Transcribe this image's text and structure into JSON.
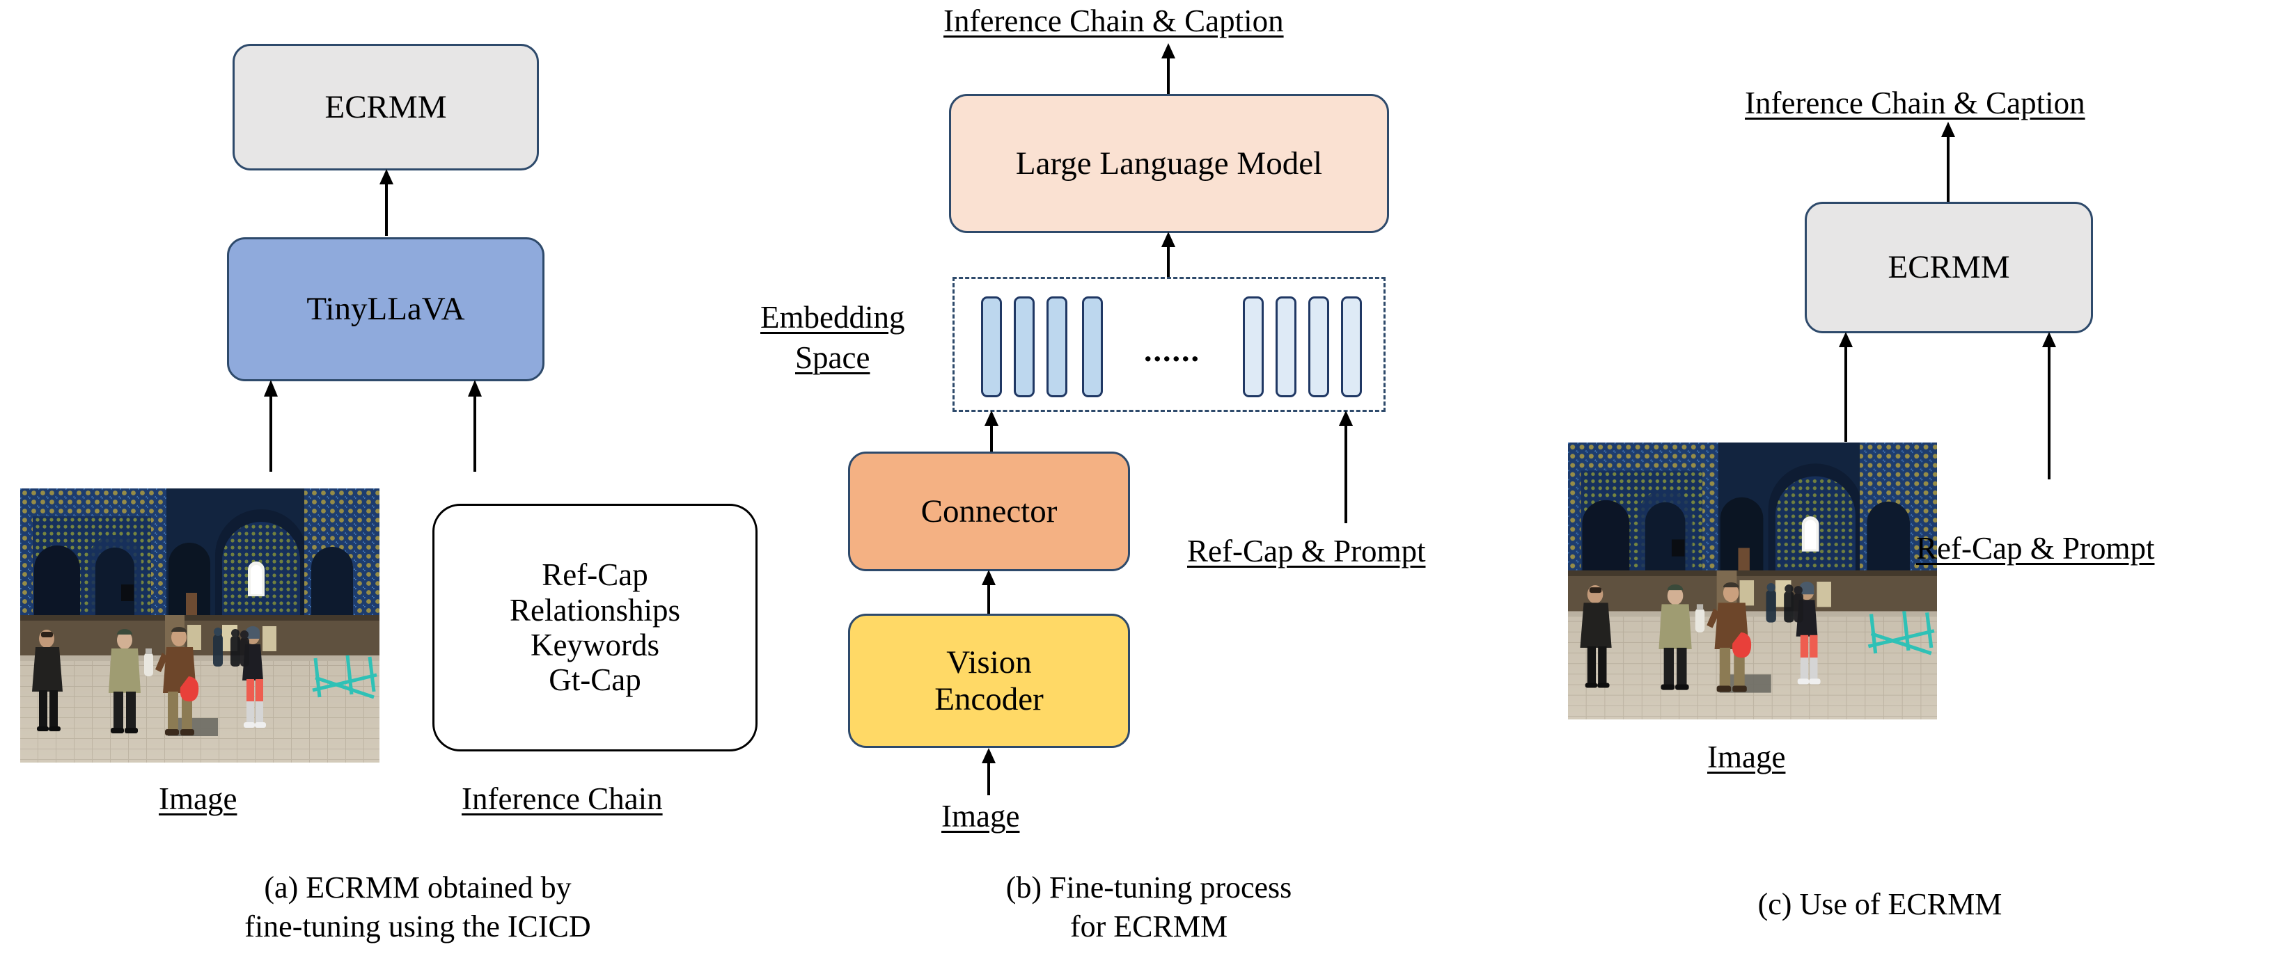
{
  "figure": {
    "type": "diagram",
    "background": "#FFFFFF",
    "colors": {
      "ecrmm_fill": "#E7E6E6",
      "tinyllava_fill": "#8FAADC",
      "llm_fill": "#FAE1D2",
      "connector_fill": "#F4B183",
      "vision_encoder_fill": "#FFD966",
      "embedding_bar_dark": "#BDD7EE",
      "embedding_bar_light": "#DEEAF6",
      "border": "#2E4A6B",
      "text": "#000000"
    }
  },
  "panel_a": {
    "caption_line1": "(a) ECRMM obtained by",
    "caption_line2": "fine-tuning using the ICICD",
    "ecrmm_box": {
      "label": "ECRMM"
    },
    "tinyllava_box": {
      "label": "TinyLLaVA"
    },
    "inference_chain_box": {
      "lines": [
        "Ref-Cap",
        "Relationships",
        "Keywords",
        "Gt-Cap"
      ]
    },
    "image_label": "Image",
    "inference_chain_label": "Inference Chain"
  },
  "panel_b": {
    "caption_line1": "(b) Fine-tuning process",
    "caption_line2": "for ECRMM",
    "output_label": "Inference Chain & Caption",
    "llm_box": {
      "label": "Large Language Model"
    },
    "embedding_label_line1": "Embedding",
    "embedding_label_line2": "Space",
    "embedding_dots": "......",
    "embedding_bars_left_count": 4,
    "embedding_bars_right_count": 4,
    "connector_box": {
      "label": "Connector"
    },
    "vision_encoder_box": {
      "label_line1": "Vision",
      "label_line2": "Encoder"
    },
    "image_label": "Image",
    "refcap_prompt_label": "Ref-Cap & Prompt"
  },
  "panel_c": {
    "caption": "(c) Use of ECRMM",
    "output_label": "Inference Chain & Caption",
    "ecrmm_box": {
      "label": "ECRMM"
    },
    "image_label": "Image",
    "refcap_prompt_label": "Ref-Cap & Prompt"
  },
  "photo": {
    "description": "mosque-interior-with-people"
  }
}
